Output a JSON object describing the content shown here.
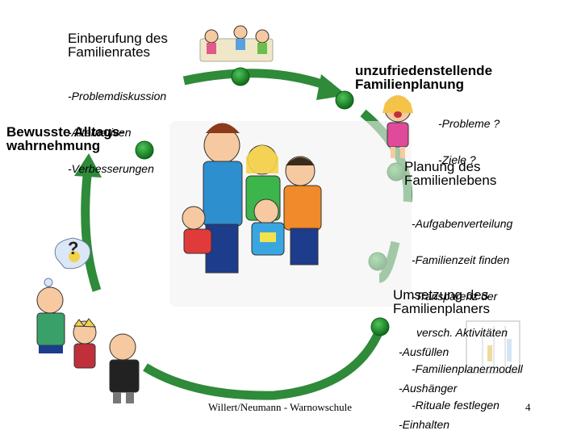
{
  "stages": [
    {
      "title": "Einberufung des Familienrates",
      "items": [
        "-Problemdiskussion",
        "-Alternativen",
        "-Verbesserungen"
      ]
    },
    {
      "title": "unzufriedenstellende Familienplanung",
      "items": [
        "-Probleme ?",
        "-Ziele ?"
      ]
    },
    {
      "title": "Planung des Familienlebens",
      "items": [
        "-Aufgabenverteilung",
        "-Familienzeit finden",
        "-Transparenz der",
        "versch. Aktivitäten",
        "-Familienplanermodell",
        "-Rituale festlegen"
      ]
    },
    {
      "title": "Umsetzung des Familienplaners",
      "items": [
        "-Ausfüllen",
        "-Aushänger",
        "-Einhalten"
      ]
    },
    {
      "title": "Bewusste Alltagswahrnehmung",
      "title_lines": [
        "Bewusste Alltags-",
        "wahrnehmung"
      ]
    }
  ],
  "question_mark": "?",
  "footer": {
    "author": "Willert/Neumann - Warnowschule",
    "page": "4"
  },
  "colors": {
    "arrow": "#2f8a3a",
    "node": "#1e8c2a",
    "node_dark": "#0f5c16"
  }
}
